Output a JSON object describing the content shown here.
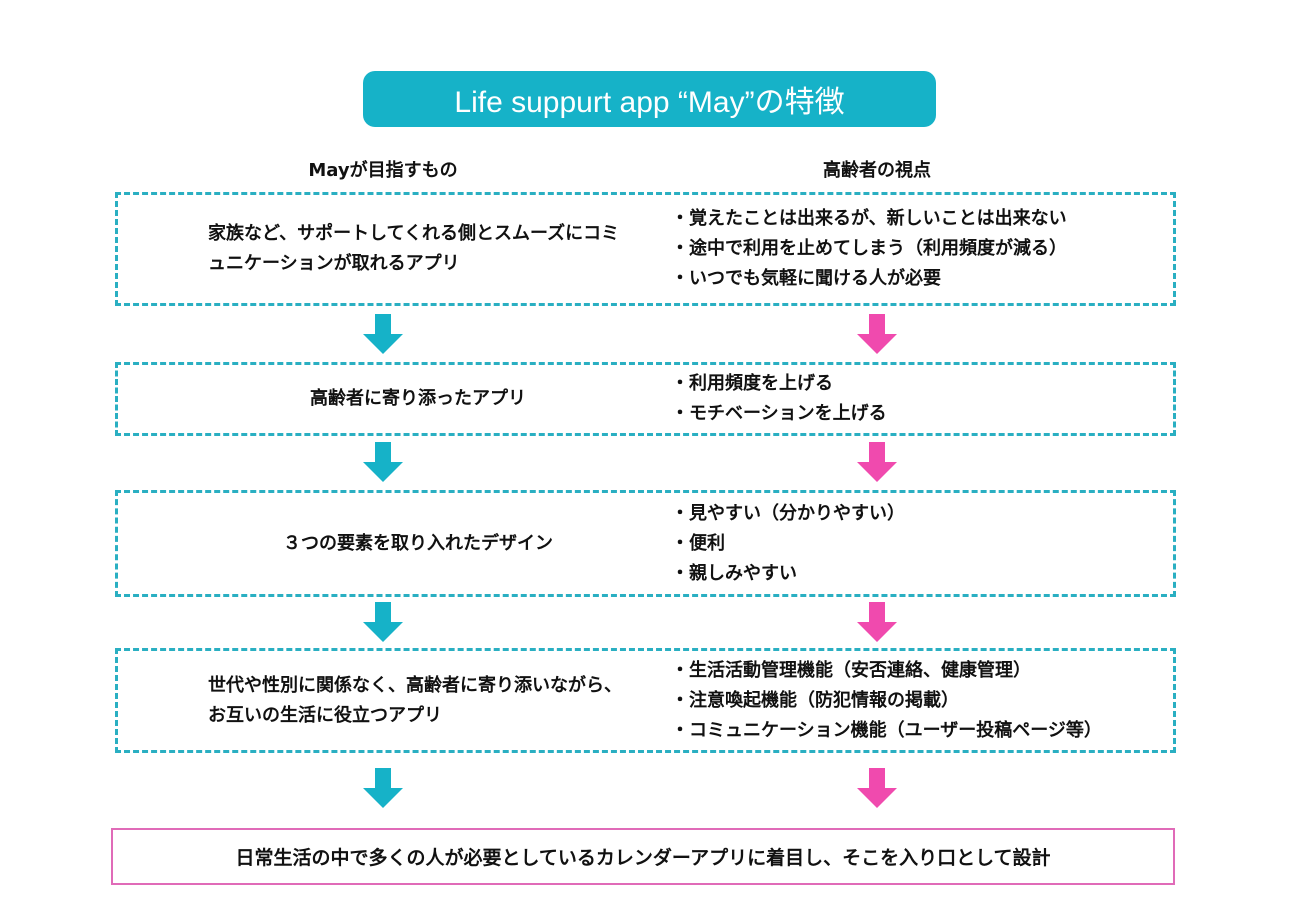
{
  "title": "Life suppurt app “May”の特徴",
  "columns": {
    "left": "Mayが目指すもの",
    "right": "高齢者の視点"
  },
  "rows": [
    {
      "left": "家族など、サポートしてくれる側とスムーズにコミュニケーションが取れるアプリ",
      "right": [
        "・覚えたことは出来るが、新しいことは出来ない",
        "・途中で利用を止めてしまう（利用頻度が減る）",
        "・いつでも気軽に聞ける人が必要"
      ]
    },
    {
      "left": "高齢者に寄り添ったアプリ",
      "right": [
        "・利用頻度を上げる",
        "・モチベーションを上げる"
      ]
    },
    {
      "left": "３つの要素を取り入れたデザイン",
      "right": [
        "・見やすい（分かりやすい）",
        "・便利",
        "・親しみやすい"
      ]
    },
    {
      "left": "世代や性別に関係なく、高齢者に寄り添いながら、お互いの生活に役立つアプリ",
      "right": [
        "・生活活動管理機能（安否連絡、健康管理）",
        "・注意喚起機能（防犯情報の掲載）",
        "・コミュニケーション機能（ユーザー投稿ページ等）"
      ]
    }
  ],
  "conclusion": "日常生活の中で多くの人が必要としているカレンダーアプリに着目し、そこを入り口として設計",
  "colors": {
    "teal": "#16b2c8",
    "pink": "#f04aae",
    "bottom_border": "#e06bb8"
  }
}
